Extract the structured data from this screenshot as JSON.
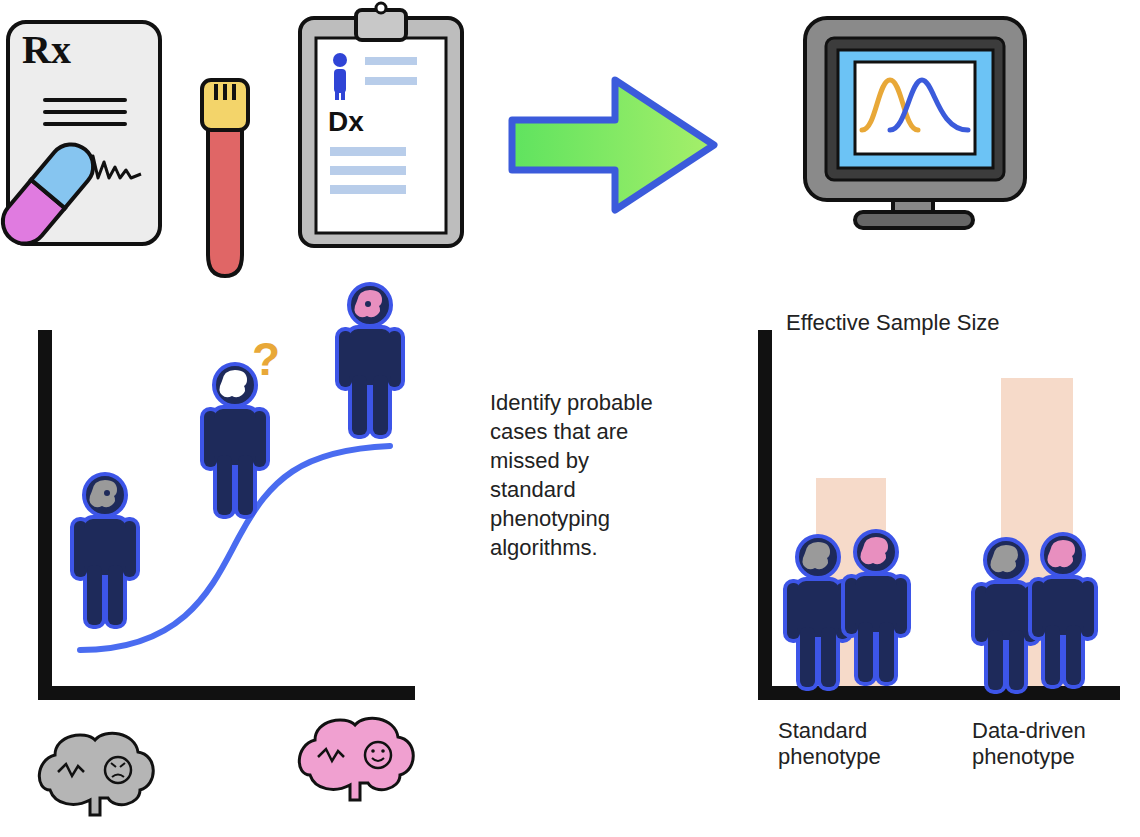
{
  "diagram": {
    "labels": [
      "Rx",
      "Dx",
      "?",
      "Identify probable cases that are missed by standard phenotyping algorithms.",
      "Effective Sample Size",
      "Standard phenotype",
      "Data-driven phenotype"
    ]
  }
}
